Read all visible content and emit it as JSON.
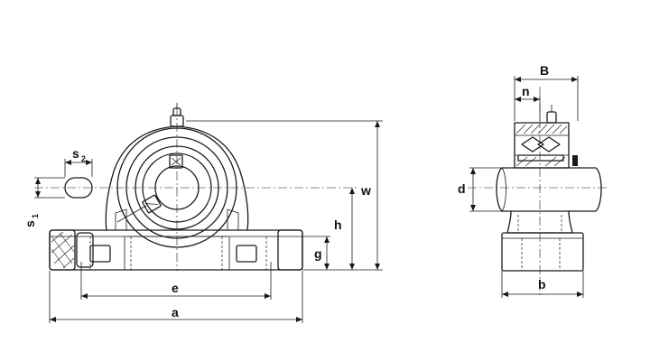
{
  "front_view": {
    "dimensions": {
      "s2": {
        "main": "s",
        "sub": "2"
      },
      "s1": {
        "main": "s",
        "sub": "1"
      },
      "e": "e",
      "a": "a",
      "h": "h",
      "g": "g",
      "w": "w"
    }
  },
  "side_view": {
    "dimensions": {
      "B": "B",
      "n": "n",
      "d": "d",
      "b": "b"
    }
  }
}
